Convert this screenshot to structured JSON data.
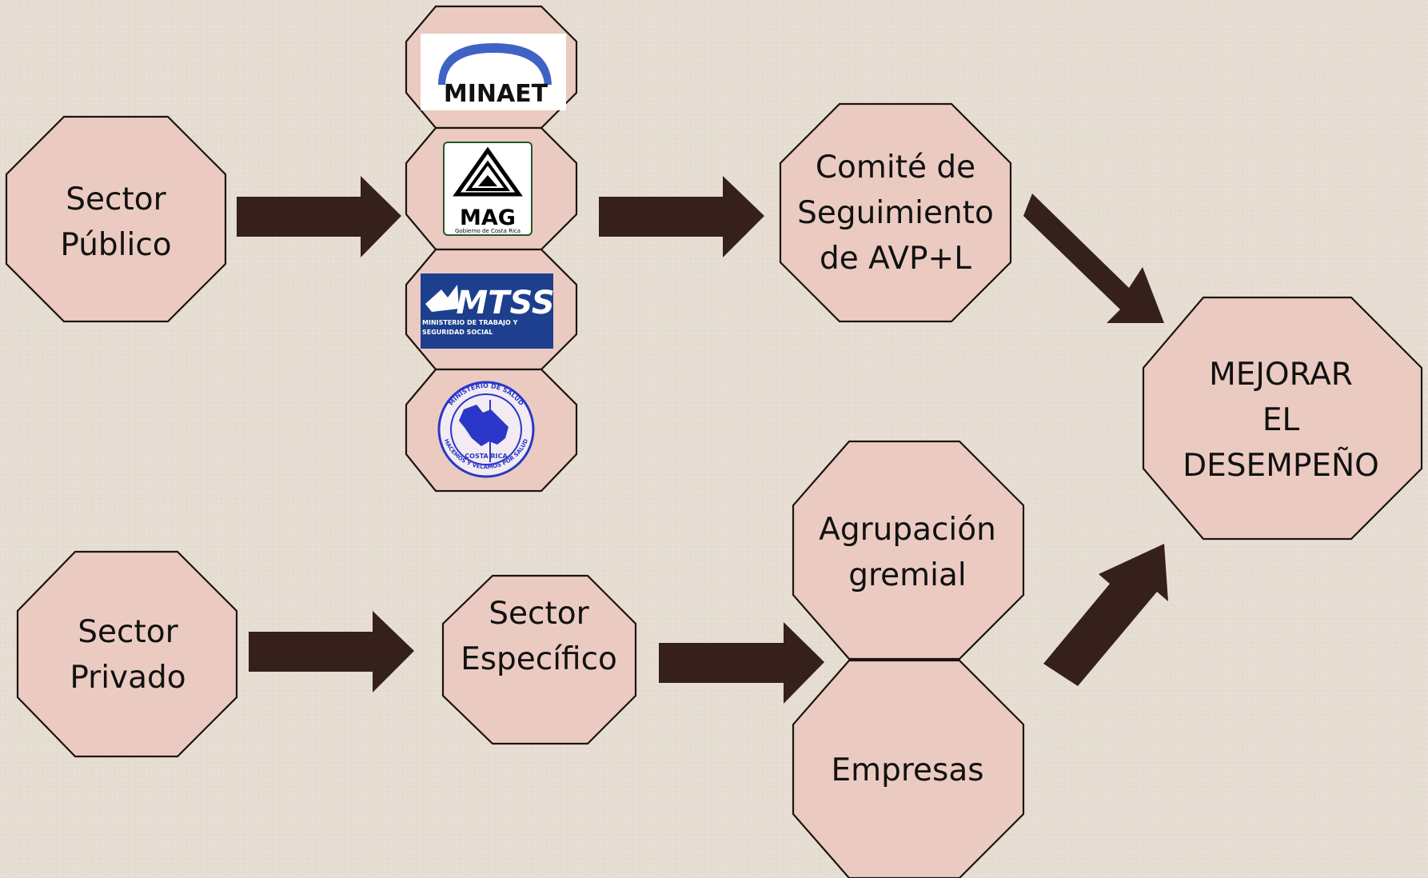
{
  "nodes": {
    "sector_publico": [
      "Sector",
      "Público"
    ],
    "comite": [
      "Comité de",
      "Seguimiento",
      "de AVP+L"
    ],
    "mejorar": [
      "MEJORAR",
      "EL",
      "DESEMPEÑO"
    ],
    "sector_privado": [
      "Sector",
      "Privado"
    ],
    "sector_especifico": [
      "Sector",
      "Específico"
    ],
    "agrupacion": [
      "Agrupación",
      "gremial"
    ],
    "empresas": [
      "Empresas"
    ]
  },
  "logos": {
    "minaet": "MINAET",
    "mag": "MAG",
    "mag_sub": "Gobierno de Costa Rica",
    "mtss": "MTSS",
    "mtss_sub1": "MINISTERIO DE TRABAJO Y",
    "mtss_sub2": "SEGURIDAD SOCIAL",
    "salud_top": "MINISTERIO DE SALUD",
    "salud_country": "COSTA RICA",
    "salud_bottom": "HACEMOS Y VELAMOS POR SALUD"
  },
  "colors": {
    "background": "#e6ddd2",
    "node_fill": "#ebcbc1",
    "arrow": "#36201b",
    "minaet_arc": "#3e63c4",
    "mtss_bg": "#1d3f8e",
    "salud_blue": "#2a37c8"
  }
}
